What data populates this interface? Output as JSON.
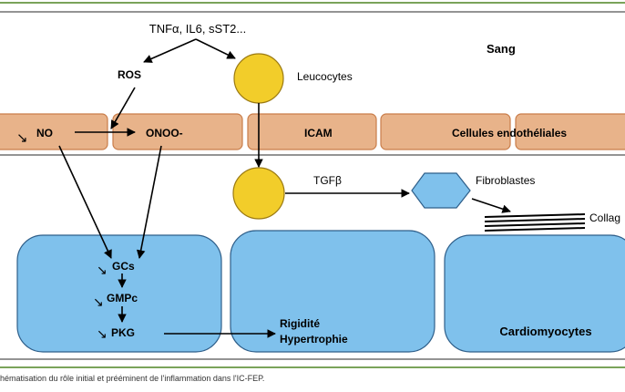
{
  "colors": {
    "frame_green": "#7aa35a",
    "cell_orange": "#e8b38a",
    "cell_orange_border": "#c97d4a",
    "cardio_blue": "#7fc1ec",
    "cardio_border": "#2f5f8a",
    "leukocyte_yellow": "#f2cd2a",
    "leukocyte_border": "#9b7a12",
    "fibroblast_blue": "#7fc1ec"
  },
  "labels": {
    "stimuli": "TNFα, IL6, sST2...",
    "blood": "Sang",
    "ros": "ROS",
    "leukocytes": "Leucocytes",
    "no": "NO",
    "onoo": "ONOO-",
    "icam": "ICAM",
    "endothelial": "Cellules endothéliales",
    "tgfb": "TGFβ",
    "fibroblasts": "Fibroblastes",
    "collagen": "Collag",
    "gcs": "GCs",
    "gmpc": "GMPc",
    "pkg": "PKG",
    "rigidity": "Rigidité",
    "hypertrophy": "Hypertrophie",
    "cardiomyocytes": "Cardiomyocytes",
    "down_arrow": "↘"
  },
  "caption": "hématisation du rôle initial et prééminent de l'inflammation dans l'IC-FEP."
}
